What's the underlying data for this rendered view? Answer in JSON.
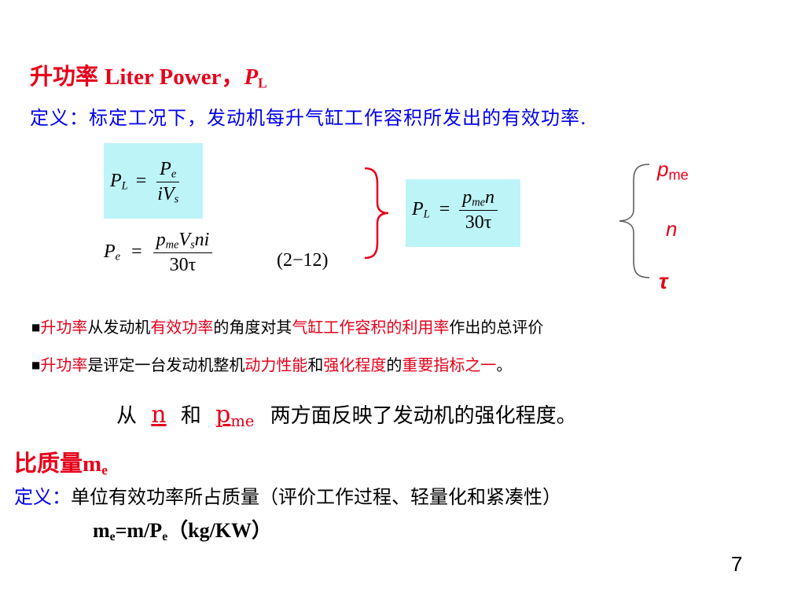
{
  "title": {
    "zh": "升功率",
    "en": "Liter Power，",
    "symbol": "P",
    "symbol_sub": "L"
  },
  "definition_1": {
    "text": "定义：标定工况下，发动机每升气缸工作容积所发出的有效功率."
  },
  "formula_1": {
    "lhs": "P",
    "lhs_sub": "L",
    "eq": "=",
    "num": "P",
    "num_sub": "e",
    "den": "iV",
    "den_sub": "s"
  },
  "formula_2": {
    "lhs": "P",
    "lhs_sub": "e",
    "eq": "=",
    "num_p": "p",
    "num_p_sub": "me",
    "num_v": "V",
    "num_v_sub": "s",
    "num_rest": "ni",
    "den": "30τ",
    "eq_number": "(2−12)"
  },
  "formula_3": {
    "lhs": "P",
    "lhs_sub": "L",
    "eq": "=",
    "num_p": "p",
    "num_p_sub": "me",
    "num_rest": "n",
    "den": "30τ"
  },
  "factors": {
    "pme": "p",
    "pme_sub": "me",
    "n": "n",
    "tau": "τ"
  },
  "bullets": [
    {
      "p1": "升功率",
      "p2": "从发动机",
      "p3": "有效功率",
      "p4": "的角度对其",
      "p5": "气缸工作容积的利用率",
      "p6": "作出的总评价"
    },
    {
      "p1": "升功率",
      "p2": "是评定一台发动机整机",
      "p3": "动力性能",
      "p4": "和",
      "p5": "强化程度",
      "p6": "的",
      "p7": "重要指标之一",
      "p8": "。"
    }
  ],
  "summary": {
    "from": "从",
    "n": "n",
    "and": "和",
    "p": "p",
    "p_sub": "me",
    "rest": "两方面反映了发动机的强化程度。"
  },
  "section_2": {
    "title_zh": "比质量",
    "title_sym": "m",
    "title_sub": "e",
    "def_label": "定义：",
    "def_text": "单位有效功率所占质量（评价工作过程、轻量化和紧凑性）",
    "formula_m": "m",
    "formula_m_sub": "e",
    "formula_mid": "=m/P",
    "formula_p_sub": "e",
    "formula_unit": "（kg/KW）"
  },
  "page_number": "7",
  "colors": {
    "red": "#e6001a",
    "blue": "#0000ee",
    "formula_bg": "#bdf4f8"
  }
}
